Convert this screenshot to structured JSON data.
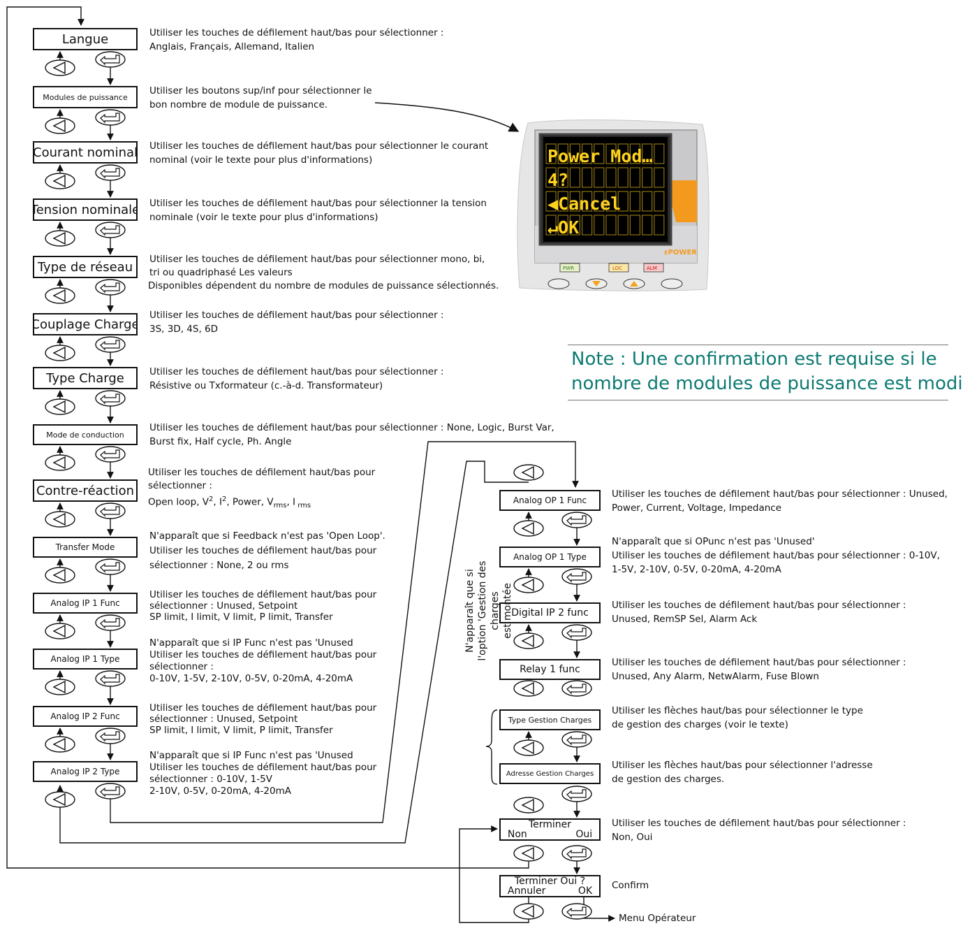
{
  "left_column": [
    {
      "label": "Langue",
      "desc": [
        "Utiliser les touches de défilement haut/bas pour sélectionner :",
        "Anglais, Français, Allemand, Italien"
      ]
    },
    {
      "label": "Modules de puissance",
      "desc": [
        "Utiliser les boutons sup/inf pour sélectionner le",
        "bon nombre de module de puissance."
      ]
    },
    {
      "label": "Courant nominal",
      "desc": [
        "Utiliser les touches de défilement haut/bas pour sélectionner le courant",
        "nominal (voir le texte pour plus d'informations)"
      ]
    },
    {
      "label": "Tension nominale",
      "desc": [
        "Utiliser les touches de défilement haut/bas pour sélectionner la tension",
        "nominale (voir le texte pour plus d'informations)"
      ]
    },
    {
      "label": "Type de réseau",
      "desc": [
        "Utiliser les touches de défilement haut/bas pour sélectionner mono, bi,",
        "tri ou quadriphasé Les valeurs",
        "Disponibles dépendent du nombre de modules de puissance sélectionnés."
      ]
    },
    {
      "label": "Couplage Charge",
      "desc": [
        "Utiliser les touches de défilement haut/bas pour sélectionner :",
        "3S, 3D, 4S, 6D"
      ]
    },
    {
      "label": "Type Charge",
      "desc": [
        "Utiliser les touches de défilement haut/bas pour sélectionner :",
        "Résistive ou Txformateur (c.-à-d. Transformateur)"
      ]
    },
    {
      "label": "Mode de conduction",
      "desc": [
        "Utiliser les touches de défilement haut/bas pour sélectionner : None, Logic, Burst Var,",
        "Burst fix, Half cycle, Ph. Angle"
      ]
    },
    {
      "label": "Contre-réaction",
      "desc": [
        "Utiliser les touches de défilement haut/bas pour",
        "sélectionner :"
      ],
      "desc_formula": {
        "open": "Open loop, V",
        "sq1": "2",
        "mid": ", I",
        "sq2": "2",
        "power": ", Power, V",
        "rms": "rms",
        "comma": ", I",
        "rms2": " rms"
      }
    },
    {
      "label": "Transfer Mode",
      "desc": [
        "N'apparaît que si Feedback n'est pas 'Open Loop'.",
        "Utiliser les touches de défilement haut/bas pour",
        "sélectionner : None, 2 ou rms"
      ]
    },
    {
      "label": "Analog IP 1 Func",
      "desc": [
        "Utiliser les touches de défilement haut/bas pour",
        "sélectionner : Unused, Setpoint",
        "SP limit, I limit, V limit, P limit, Transfer"
      ]
    },
    {
      "label": "Analog IP 1 Type",
      "desc": [
        "N'apparaît que si IP Func n'est pas 'Unused",
        "Utiliser les touches de défilement haut/bas pour",
        "sélectionner :",
        "0-10V, 1-5V, 2-10V, 0-5V, 0-20mA, 4-20mA"
      ]
    },
    {
      "label": "Analog IP 2 Func",
      "desc": [
        "Utiliser les touches de défilement haut/bas pour",
        "sélectionner : Unused, Setpoint",
        "SP limit, I limit, V limit, P limit, Transfer"
      ]
    },
    {
      "label": "Analog IP 2 Type",
      "desc": [
        "N'apparaît que si IP Func n'est pas 'Unused",
        "Utiliser les touches de défilement haut/bas pour",
        "sélectionner : 0-10V, 1-5V",
        "2-10V, 0-5V, 0-20mA, 4-20mA"
      ]
    }
  ],
  "right_column": [
    {
      "label": "Analog OP 1 Func",
      "desc": [
        "Utiliser les touches de défilement haut/bas pour sélectionner : Unused,",
        "Power, Current, Voltage, Impedance"
      ]
    },
    {
      "label": "Analog OP 1 Type",
      "desc": [
        "N'apparaît que si OPunc n'est pas 'Unused'",
        "Utiliser les touches de défilement haut/bas pour sélectionner : 0-10V,",
        "1-5V, 2-10V, 0-5V, 0-20mA, 4-20mA"
      ]
    },
    {
      "label": "Digital IP 2 func",
      "desc": [
        "Utiliser les touches de défilement haut/bas pour sélectionner :",
        "Unused, RemSP Sel, Alarm Ack"
      ]
    },
    {
      "label": "Relay 1 func",
      "desc": [
        "Utiliser les touches de défilement haut/bas pour sélectionner :",
        "Unused, Any Alarm, NetwAlarm, Fuse Blown"
      ]
    },
    {
      "label": "Type Gestion Charges",
      "desc": [
        "Utiliser les flèches haut/bas pour sélectionner le type",
        "de gestion des charges (voir le texte)"
      ]
    },
    {
      "label": "Adresse Gestion Charges",
      "desc": [
        "Utiliser les flèches haut/bas pour sélectionner l'adresse",
        "de gestion des charges."
      ]
    }
  ],
  "terminer": {
    "title": "Terminer",
    "left": "Non",
    "right": "Oui",
    "desc": [
      "Utiliser les touches de défilement haut/bas pour sélectionner :",
      "Non, Oui"
    ]
  },
  "confirm": {
    "title": "Terminer Oui ?",
    "left": "Annuler",
    "right": "OK",
    "desc": "Confirm"
  },
  "menu_operateur": "Menu Opérateur",
  "vertical_note": [
    "N'apparaît que si",
    "l'option 'Gestion des charges",
    "est montée"
  ],
  "note": [
    "Note :  Une confirmation est requise si le",
    "nombre de modules de puissance est modifié."
  ],
  "device": {
    "lcd_lines": [
      "Power Mod…",
      "4?",
      "◀Cancel",
      "↵OK"
    ],
    "brand": "εPOWER",
    "leds": [
      "PWR",
      "LOC",
      "ALM"
    ],
    "lcd_color": "#ffd21f",
    "accent": "#f39a1e"
  }
}
